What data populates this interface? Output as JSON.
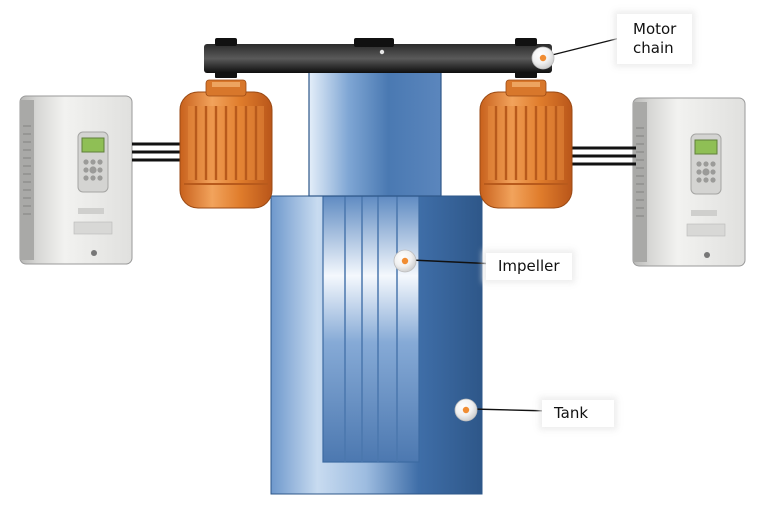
{
  "callouts": {
    "motor_chain": "Motor\nchain",
    "impeller": "Impeller",
    "tank": "Tank"
  },
  "colors": {
    "motor": "#E07D2C",
    "tank": "#4E7DB5",
    "chain": "#111111",
    "marker": "#F08C32",
    "drive_body": "#E6E6E4",
    "drive_screen": "#8FBF55"
  },
  "icons": [
    "variable-frequency-drive-icon",
    "electric-motor-icon",
    "chain-drive-icon",
    "impeller-icon",
    "tank-icon"
  ]
}
